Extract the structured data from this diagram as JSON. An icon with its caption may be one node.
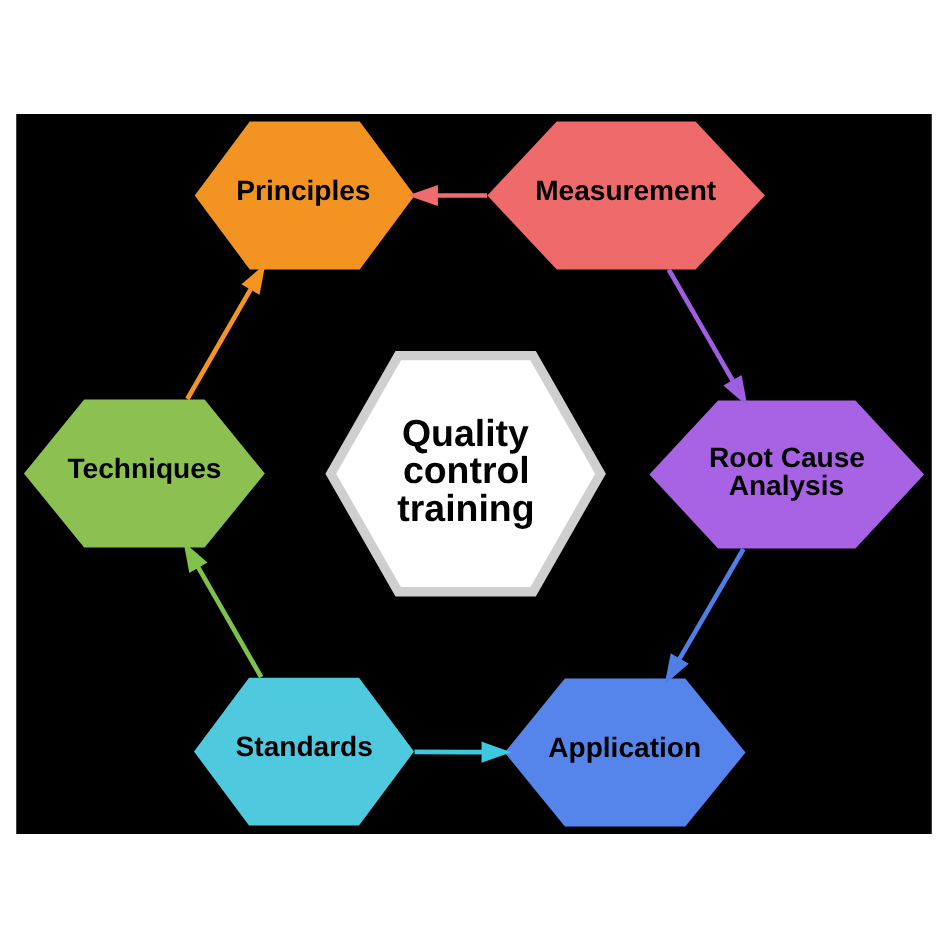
{
  "diagram": {
    "nodes": [
      {
        "text": [
          "Principles"
        ]
      },
      {
        "text": [
          "Measurement"
        ]
      },
      {
        "text": [
          "Techniques"
        ]
      },
      {
        "text": [
          "Quality control training"
        ]
      },
      {
        "text": [
          "Root Cause Analysis"
        ]
      },
      {
        "text": [
          "Standards"
        ]
      },
      {
        "text": [
          "Application"
        ]
      }
    ],
    "edges": [
      {
        "from": 2,
        "to": 0,
        "arrow": "to",
        "color": "#f5941f"
      },
      {
        "from": 1,
        "to": 0,
        "arrow": "to",
        "color": "#ee6c70"
      },
      {
        "from": 1,
        "to": 4,
        "arrow": "to",
        "color": "#9d5ee0"
      },
      {
        "from": 4,
        "to": 6,
        "arrow": "to",
        "color": "#4d7fe6"
      },
      {
        "from": 5,
        "to": 6,
        "arrow": "to",
        "color": "#3ec8e0"
      },
      {
        "from": 5,
        "to": 2,
        "arrow": "to",
        "color": "#7ec24c"
      }
    ]
  }
}
